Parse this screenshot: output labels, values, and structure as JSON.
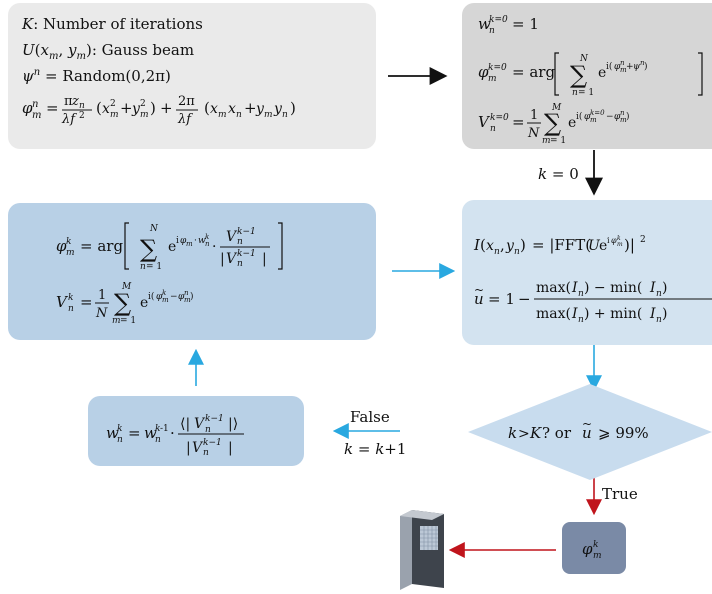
{
  "init_box": {
    "line1": "K: Number of iterations",
    "line2": "U(xm, ym): Gauss beam",
    "line3": "ψn = Random(0,2π)",
    "line4": "φmn = πzn/λf² (xm²+ym²) + 2π/λf (xmxn+ymyn)"
  },
  "start_box": {
    "eq1": "wn(k=0) = 1",
    "eq2": "φm(k=0) = arg[ Σ(n=1..N) e^i(φmn+ψn) ]",
    "eq3": "Vn(k=0) = 1/N Σ(m=1..M) e^i(φm(k=0) − φmn)"
  },
  "iter_box": {
    "eq1": "φmk = arg[ Σ(n=1..N) e^iφm·wnk · Vn(k−1)/|Vn(k−1)| ]",
    "eq2": "Vnk = 1/N Σ(m=1..M) e^i(φmk − φmn)"
  },
  "intensity_box": {
    "eq1": "I(xn,yn) = |FFT(U e^iφmk)|²",
    "eq2": "ũ = 1 − (max(In) − min(In)) / (max(In) + min(In))"
  },
  "weight_box": {
    "eq1": "wnk = wn(k−1) · ⟨|Vn(k−1)|⟩ / |Vn(k−1)|"
  },
  "decision": {
    "text": "k > K? or ũ ≥ 99%"
  },
  "labels": {
    "k0": "k = 0",
    "false": "False",
    "k_inc": "k = k+1",
    "true": "True"
  },
  "output_box": {
    "text": "φmk"
  },
  "colors": {
    "gray_light": "#eaeaea",
    "gray_dark": "#d6d6d6",
    "blue_mid": "#b8d0e6",
    "blue_light": "#d3e3f0",
    "diamond": "#c8dcee",
    "output": "#7a8aa6",
    "arrow_black": "#111111",
    "arrow_blue": "#29a8e0",
    "arrow_red": "#c0141c"
  },
  "icons": {
    "device": "slm-device-icon"
  }
}
